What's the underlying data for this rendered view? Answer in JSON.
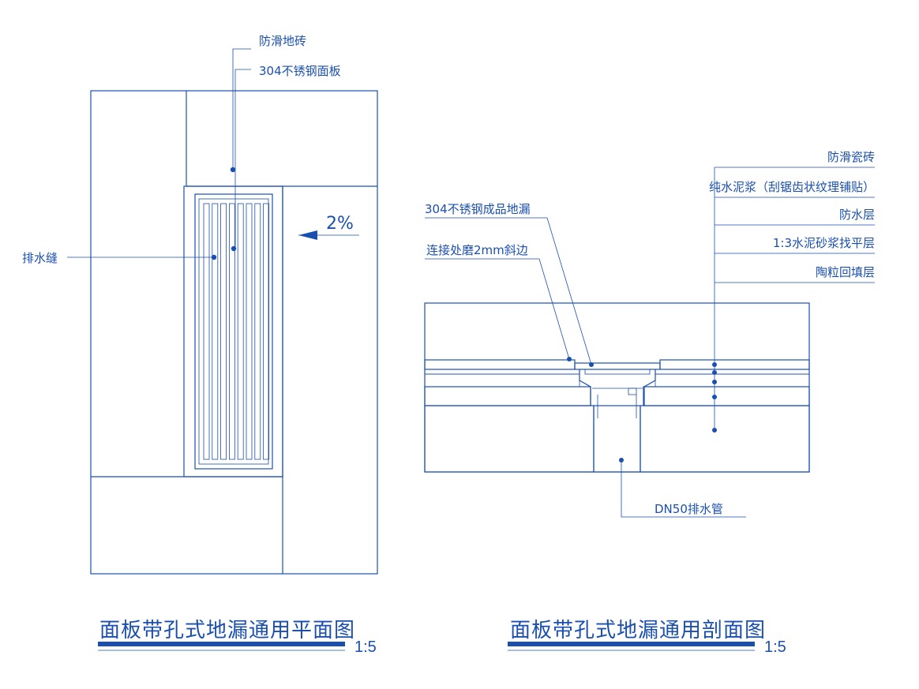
{
  "plan": {
    "labels": {
      "antislip_tile": "防滑地砖",
      "steel_panel": "304不锈钢面板",
      "drain_slot": "排水缝",
      "slope": "2%"
    },
    "title": "面板带孔式地漏通用平面图",
    "scale": "1:5"
  },
  "section": {
    "labels": {
      "floor_drain": "304不锈钢成品地漏",
      "bevel": "连接处磨2mm斜边",
      "antislip_ceramic": "防滑瓷砖",
      "cement_paste": "纯水泥浆（刮锯齿状纹理铺贴）",
      "waterproof": "防水层",
      "leveling": "1:3水泥砂浆找平层",
      "backfill": "陶粒回填层",
      "pipe": "DN50排水管"
    },
    "title": "面板带孔式地漏通用剖面图",
    "scale": "1:5"
  },
  "colors": {
    "line": "#1a4fb0",
    "title_bar": "#1a4fb0"
  }
}
